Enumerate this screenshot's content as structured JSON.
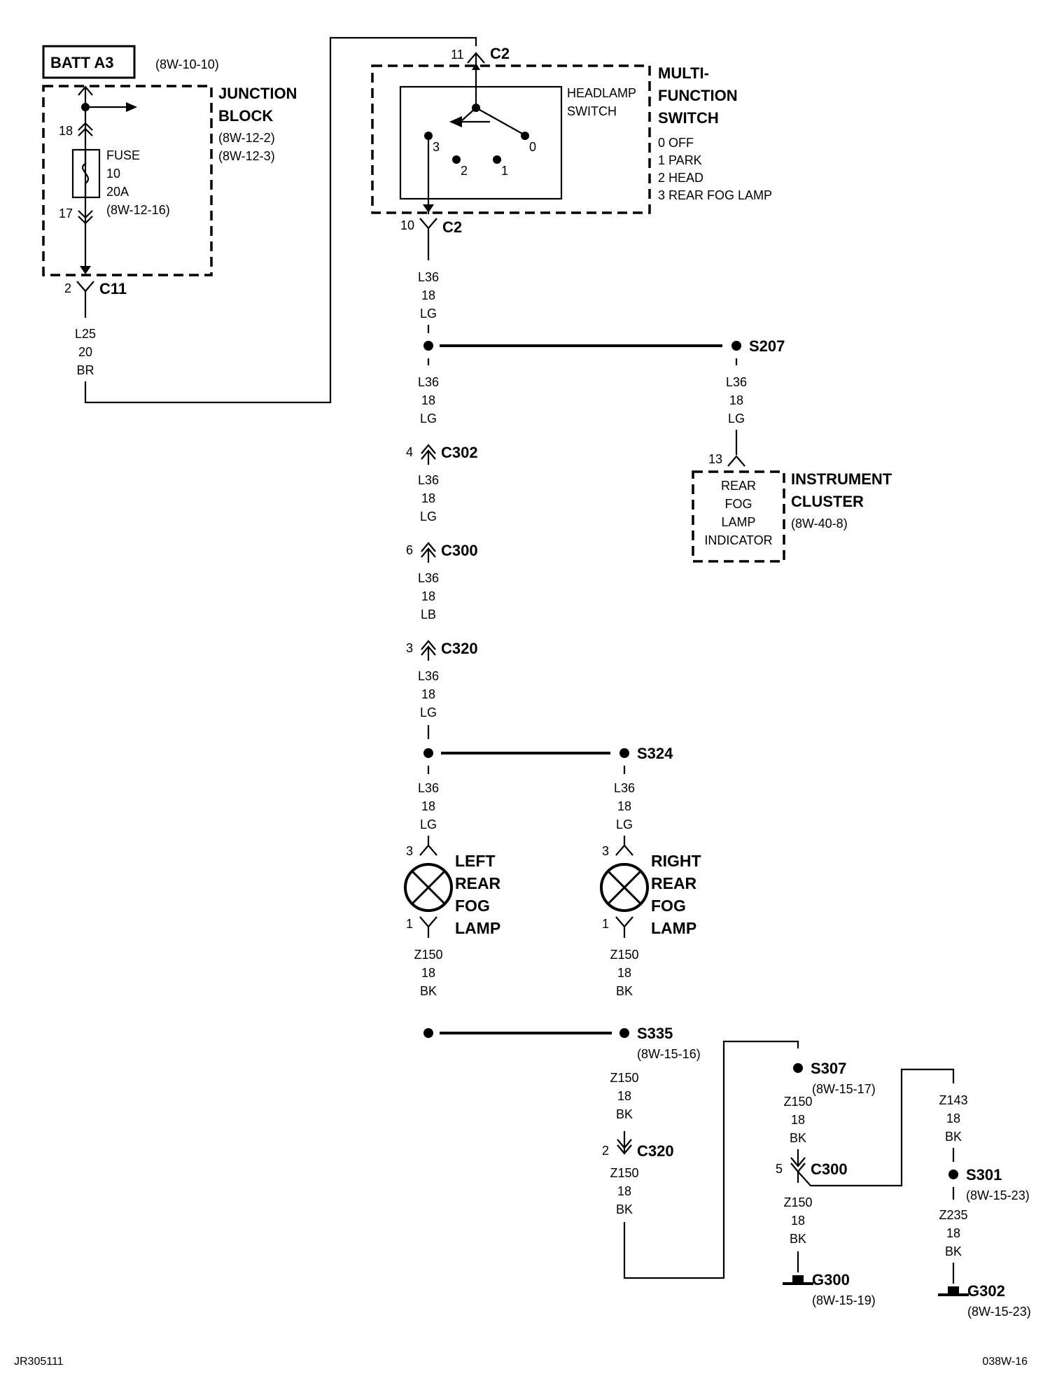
{
  "source": {
    "label": "BATT A3",
    "ref": "(8W-10-10)"
  },
  "junction_block": {
    "title1": "JUNCTION",
    "title2": "BLOCK",
    "ref1": "(8W-12-2)",
    "ref2": "(8W-12-3)",
    "pin_in": "18",
    "pin_out": "17",
    "fuse": {
      "l1": "FUSE",
      "l2": "10",
      "l3": "20A",
      "ref": "(8W-12-16)"
    }
  },
  "c11": {
    "pin": "2",
    "name": "C11"
  },
  "wire_l25": {
    "circuit": "L25",
    "gauge": "20",
    "color": "BR"
  },
  "multifunction_switch": {
    "title1": "MULTI-",
    "title2": "FUNCTION",
    "title3": "SWITCH",
    "headlamp1": "HEADLAMP",
    "headlamp2": "SWITCH",
    "positions": [
      "0 OFF",
      "1 PARK",
      "2 HEAD",
      "3 REAR FOG LAMP"
    ],
    "pos_labels": [
      "3",
      "2",
      "1",
      "0"
    ],
    "c2_top_pin": "11",
    "c2_bottom_pin": "10",
    "c2_name": "C2"
  },
  "wires_l36": [
    {
      "circuit": "L36",
      "gauge": "18",
      "color": "LG"
    },
    {
      "circuit": "L36",
      "gauge": "18",
      "color": "LG"
    },
    {
      "circuit": "L36",
      "gauge": "18",
      "color": "LG"
    },
    {
      "circuit": "L36",
      "gauge": "18",
      "color": "LB"
    },
    {
      "circuit": "L36",
      "gauge": "18",
      "color": "LG"
    },
    {
      "circuit": "L36",
      "gauge": "18",
      "color": "LG"
    },
    {
      "circuit": "L36",
      "gauge": "18",
      "color": "LG"
    },
    {
      "circuit": "L36",
      "gauge": "18",
      "color": "LG"
    }
  ],
  "connectors": {
    "c302": {
      "pin": "4",
      "name": "C302"
    },
    "c300": {
      "pin": "6",
      "name": "C300"
    },
    "c320": {
      "pin": "3",
      "name": "C320"
    },
    "c320b": {
      "pin": "2",
      "name": "C320"
    },
    "c300b": {
      "pin": "5",
      "name": "C300"
    }
  },
  "splices": {
    "s207": {
      "name": "S207"
    },
    "s324": {
      "name": "S324"
    },
    "s335": {
      "name": "S335",
      "ref": "(8W-15-16)"
    },
    "s307": {
      "name": "S307",
      "ref": "(8W-15-17)"
    },
    "s301": {
      "name": "S301",
      "ref": "(8W-15-23)"
    }
  },
  "instrument_cluster": {
    "pin": "13",
    "indicator": [
      "REAR",
      "FOG",
      "LAMP",
      "INDICATOR"
    ],
    "title1": "INSTRUMENT",
    "title2": "CLUSTER",
    "ref": "(8W-40-8)"
  },
  "lamps": {
    "left": {
      "lines": [
        "LEFT",
        "REAR",
        "FOG",
        "LAMP"
      ],
      "pin_top": "3",
      "pin_bottom": "1"
    },
    "right": {
      "lines": [
        "RIGHT",
        "REAR",
        "FOG",
        "LAMP"
      ],
      "pin_top": "3",
      "pin_bottom": "1"
    }
  },
  "ground_wires": {
    "z150_left": {
      "circuit": "Z150",
      "gauge": "18",
      "color": "BK"
    },
    "z150_right": {
      "circuit": "Z150",
      "gauge": "18",
      "color": "BK"
    },
    "z150_s335": {
      "circuit": "Z150",
      "gauge": "18",
      "color": "BK"
    },
    "z150_c320": {
      "circuit": "Z150",
      "gauge": "18",
      "color": "BK"
    },
    "z150_s307": {
      "circuit": "Z150",
      "gauge": "18",
      "color": "BK"
    },
    "z150_g300": {
      "circuit": "Z150",
      "gauge": "18",
      "color": "BK"
    },
    "z143": {
      "circuit": "Z143",
      "gauge": "18",
      "color": "BK"
    },
    "z235": {
      "circuit": "Z235",
      "gauge": "18",
      "color": "BK"
    }
  },
  "grounds": {
    "g300": {
      "name": "G300",
      "ref": "(8W-15-19)"
    },
    "g302": {
      "name": "G302",
      "ref": "(8W-15-23)"
    }
  },
  "footer": {
    "left": "JR305111",
    "right": "038W-16"
  }
}
